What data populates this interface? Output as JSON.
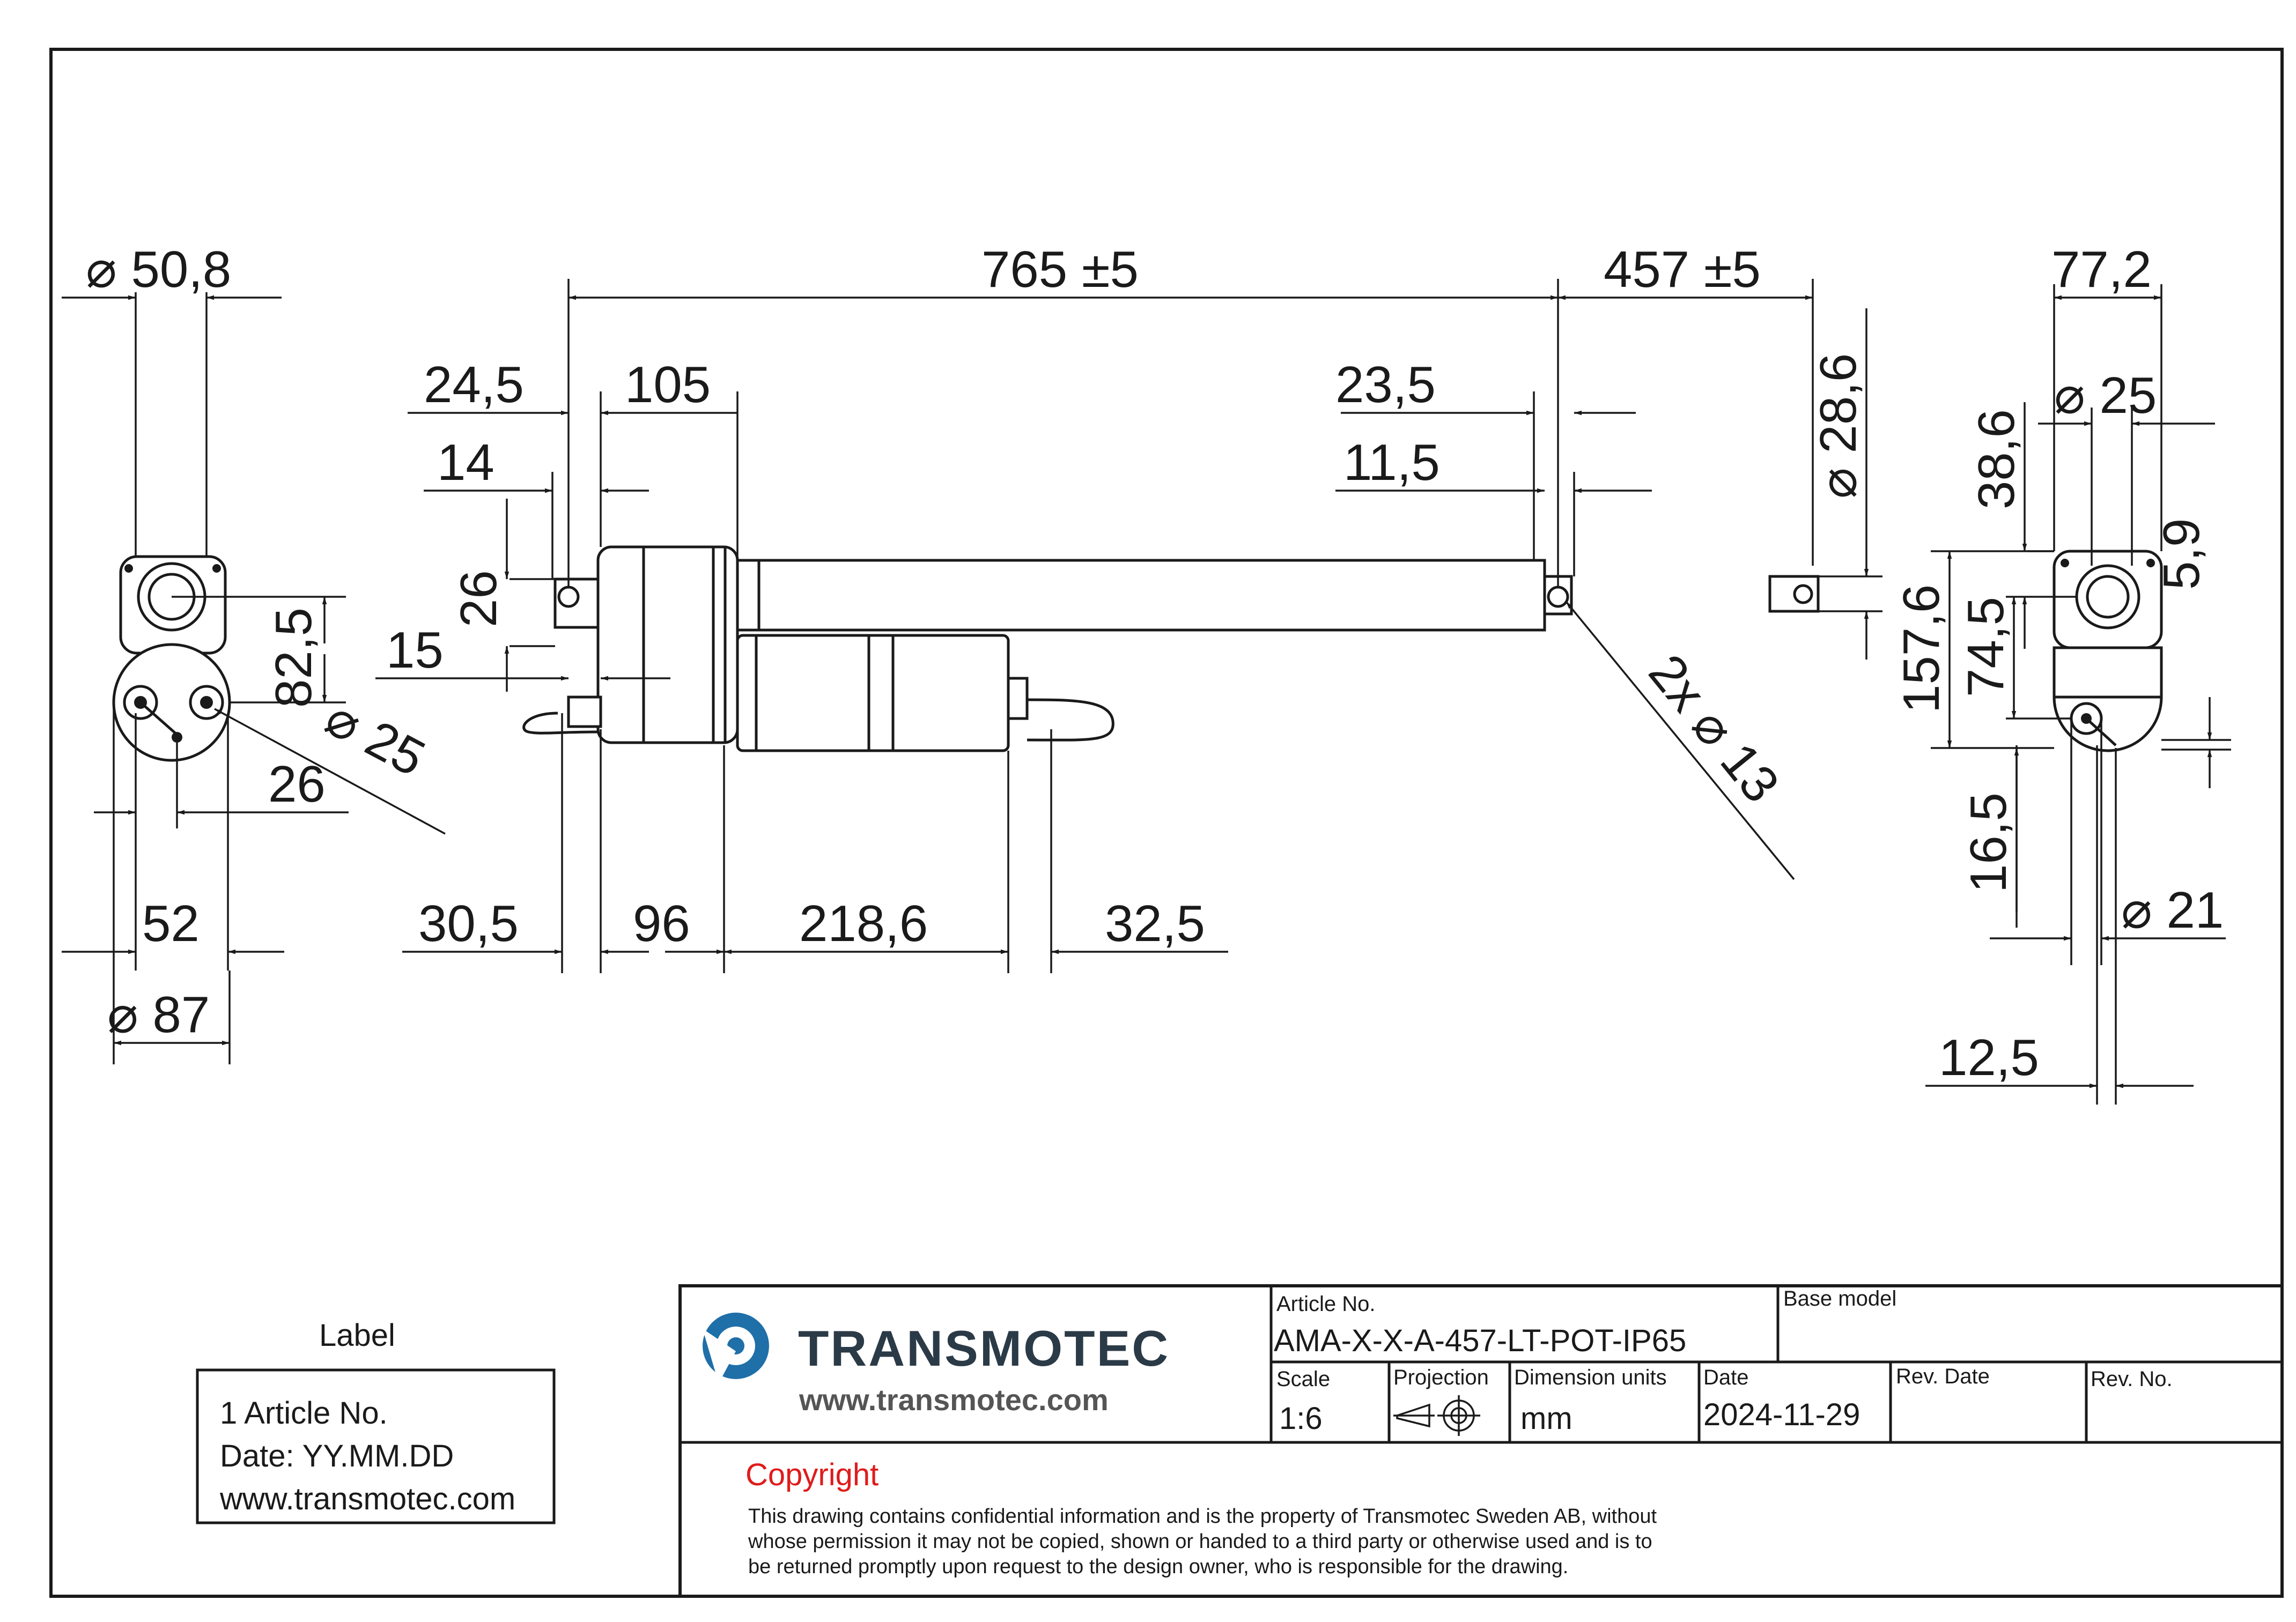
{
  "dimensions": {
    "left_view": {
      "dia_top": "50,8",
      "h_82_5": "82,5",
      "dia_pin": "25",
      "w_26": "26",
      "w_52": "52",
      "dia_bottom": "87"
    },
    "front_view": {
      "length_765": "765 ±5",
      "stroke_457": "457 ±5",
      "d_24_5": "24,5",
      "d_105": "105",
      "d_14": "14",
      "d_26": "26",
      "d_15": "15",
      "d_23_5": "23,5",
      "d_11_5": "11,5",
      "d_28_6": "28,6",
      "holes": "2x",
      "holes_dia": "13",
      "b_30_5": "30,5",
      "b_96": "96",
      "b_218_6": "218,6",
      "b_32_5": "32,5"
    },
    "right_view": {
      "w_77_2": "77,2",
      "dia_25": "25",
      "v_38_6": "38,6",
      "v_5_9": "5,9",
      "v_157_6": "157,6",
      "v_74_5": "74,5",
      "v_16_5": "16,5",
      "dia_21": "21",
      "w_12_5": "12,5"
    },
    "diameter_symbol": "⌀"
  },
  "label_box": {
    "title": "Label",
    "lines": [
      "1 Article No.",
      "Date: YY.MM.DD",
      "www.transmotec.com"
    ]
  },
  "title_block": {
    "brand": "TRANSMOTEC",
    "url": "www.transmotec.com",
    "article_no_label": "Article No.",
    "article_no": "AMA-X-X-A-457-LT-POT-IP65",
    "base_model_label": "Base model",
    "scale_label": "Scale",
    "scale": "1:6",
    "projection_label": "Projection",
    "units_label": "Dimension units",
    "units": "mm",
    "date_label": "Date",
    "date": "2024-11-29",
    "rev_date_label": "Rev. Date",
    "rev_no_label": "Rev. No."
  },
  "copyright": {
    "title": "Copyright",
    "lines": [
      "This drawing contains confidential information and is the property of Transmotec Sweden AB, without",
      "whose permission it may not be copied, shown or handed to a third party or otherwise used and is to",
      "be returned promptly upon request to the design owner, who is responsible for the drawing."
    ]
  },
  "colors": {
    "line": "#1a1a1a",
    "logo_blue": "#1f6fa8",
    "copyright_red": "#e01b1b",
    "brand_text": "#2b3a47"
  }
}
